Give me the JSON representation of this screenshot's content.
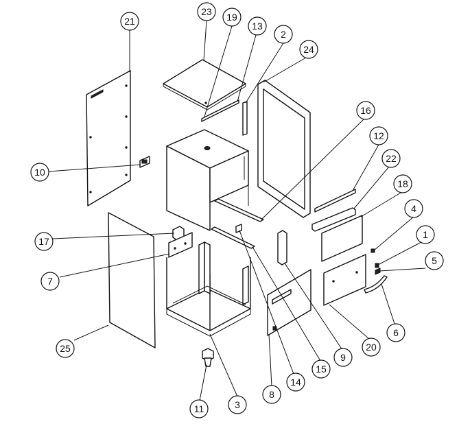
{
  "diagram": {
    "colors": {
      "line": "#111111",
      "background": "#ffffff"
    },
    "callouts": [
      {
        "label": "1"
      },
      {
        "label": "2"
      },
      {
        "label": "3"
      },
      {
        "label": "4"
      },
      {
        "label": "5"
      },
      {
        "label": "6"
      },
      {
        "label": "7"
      },
      {
        "label": "8"
      },
      {
        "label": "9"
      },
      {
        "label": "10"
      },
      {
        "label": "11"
      },
      {
        "label": "12"
      },
      {
        "label": "13"
      },
      {
        "label": "14"
      },
      {
        "label": "15"
      },
      {
        "label": "16"
      },
      {
        "label": "17"
      },
      {
        "label": "18"
      },
      {
        "label": "19"
      },
      {
        "label": "20"
      },
      {
        "label": "21"
      },
      {
        "label": "22"
      },
      {
        "label": "23"
      },
      {
        "label": "24"
      },
      {
        "label": "25"
      }
    ]
  }
}
